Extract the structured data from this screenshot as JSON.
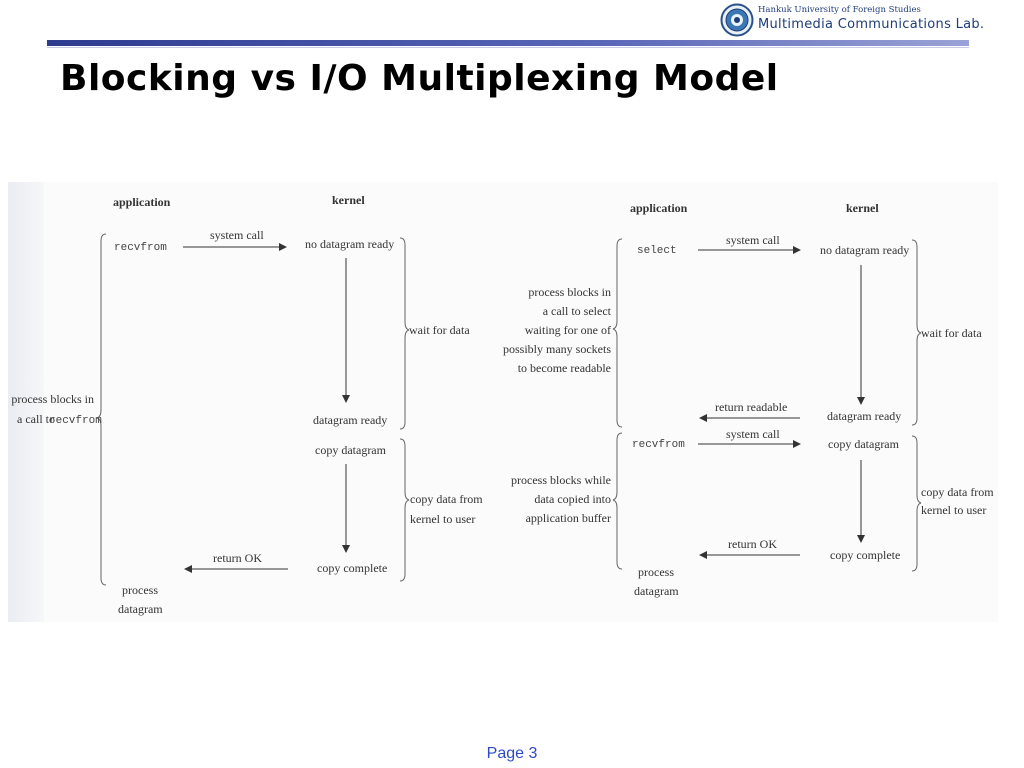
{
  "slide": {
    "title": "Blocking vs I/O Multiplexing Model",
    "page_label": "Page 3"
  },
  "logo": {
    "line1": "Hankuk University of Foreign Studies",
    "line2": "Multimedia Communications Lab.",
    "icon": "university-seal-icon",
    "color": "#1f3d7a"
  },
  "blocking": {
    "app_header": "application",
    "kernel_header": "kernel",
    "recvfrom": "recvfrom",
    "system_call": "system call",
    "no_datagram_ready": "no datagram ready",
    "datagram_ready": "datagram ready",
    "copy_datagram": "copy datagram",
    "copy_complete": "copy complete",
    "return_ok": "return OK",
    "wait_for_data": "wait for data",
    "copy_data_from": "copy data from",
    "kernel_to_user": "kernel to user",
    "process_blocks_in": "process blocks in",
    "a_call_to": "a call to",
    "process": "process",
    "datagram": "datagram"
  },
  "multiplex": {
    "app_header": "application",
    "kernel_header": "kernel",
    "select": "select",
    "system_call_1": "system call",
    "no_datagram_ready": "no datagram ready",
    "wait_for_data": "wait for data",
    "return_readable": "return readable",
    "datagram_ready": "datagram ready",
    "recvfrom": "recvfrom",
    "system_call_2": "system call",
    "copy_datagram": "copy datagram",
    "copy_data_from": "copy data from",
    "kernel_to_user": "kernel to user",
    "return_ok": "return OK",
    "copy_complete": "copy complete",
    "pb_line1": "process blocks in",
    "pb_line2_a": "a call to",
    "pb_line3": "waiting for one of",
    "pb_line4": "possibly many sockets",
    "pb_line5": "to become readable",
    "pbw_line1": "process blocks while",
    "pbw_line2": "data copied into",
    "pbw_line3": "application buffer",
    "process": "process",
    "datagram": "datagram"
  },
  "colors": {
    "title_rule": "#2e3b8f",
    "footer_text": "#2d49c6"
  }
}
